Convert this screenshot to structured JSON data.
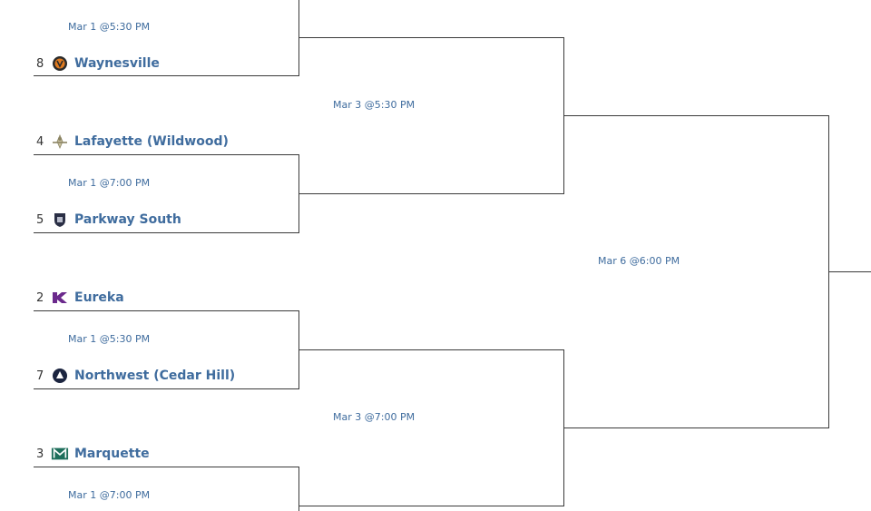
{
  "round1": {
    "game1": {
      "date": "Mar 1 @5:30 PM",
      "team_bottom": {
        "seed": "8",
        "name": "Waynesville",
        "icon": "waynesville-logo-icon"
      }
    },
    "game2": {
      "date": "Mar 1 @7:00 PM",
      "team_top": {
        "seed": "4",
        "name": "Lafayette (Wildwood)",
        "icon": "lafayette-logo-icon"
      },
      "team_bottom": {
        "seed": "5",
        "name": "Parkway South",
        "icon": "parkway-south-logo-icon"
      }
    },
    "game3": {
      "date": "Mar 1 @5:30 PM",
      "team_top": {
        "seed": "2",
        "name": "Eureka",
        "icon": "eureka-logo-icon"
      },
      "team_bottom": {
        "seed": "7",
        "name": "Northwest (Cedar Hill)",
        "icon": "northwest-logo-icon"
      }
    },
    "game4": {
      "date": "Mar 1 @7:00 PM",
      "team_top": {
        "seed": "3",
        "name": "Marquette",
        "icon": "marquette-logo-icon"
      }
    }
  },
  "round2": {
    "game1": {
      "date": "Mar 3 @5:30 PM"
    },
    "game2": {
      "date": "Mar 3 @7:00 PM"
    }
  },
  "round3": {
    "game1": {
      "date": "Mar 6 @6:00 PM"
    }
  },
  "colors": {
    "link": "#3f6c9e",
    "line": "#3a3a3a",
    "eureka_purple": "#6b2a8c",
    "marquette_green": "#1f6f5c"
  }
}
